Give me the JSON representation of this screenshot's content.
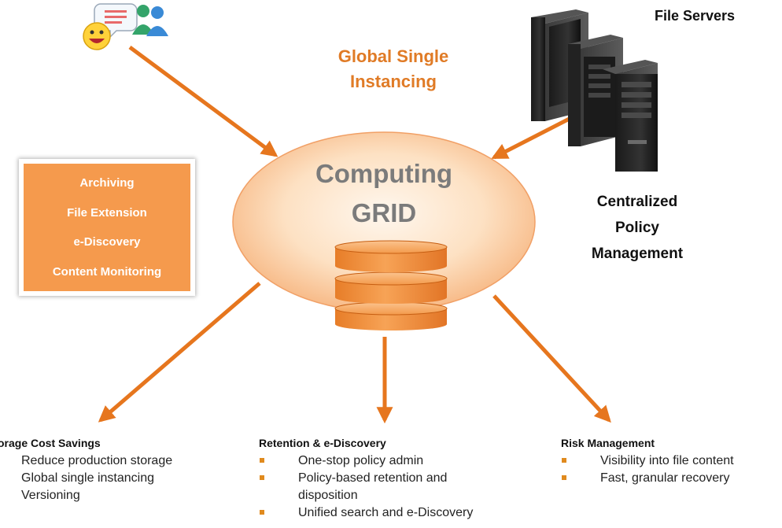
{
  "top_label": {
    "line1": "Global Single",
    "line2": "Instancing"
  },
  "servers_label": "File Servers",
  "grid": {
    "line1": "Computing",
    "line2": "GRID"
  },
  "policy_label": {
    "line1": "Centralized",
    "line2": "Policy",
    "line3": "Management"
  },
  "features": [
    "Archiving",
    "File Extension",
    "e-Discovery",
    "Content Monitoring"
  ],
  "columns": [
    {
      "title": "orage Cost Savings",
      "items": [
        "Reduce production storage",
        "Global single instancing",
        "Versioning"
      ]
    },
    {
      "title": "Retention & e-Discovery",
      "items": [
        "One-stop policy admin",
        "Policy-based retention and disposition",
        "Unified search and e-Discovery"
      ]
    },
    {
      "title": "Risk Management",
      "items": [
        "Visibility into file content",
        "Fast, granular recovery"
      ]
    }
  ],
  "icons": {
    "messenger": "messenger-users-icon",
    "servers": "file-servers-icon",
    "database": "database-icon"
  },
  "colors": {
    "accent": "#e07b26",
    "arrow": "#e6761e",
    "box": "#f59a4d",
    "bullet": "#e08a1e",
    "grid_text": "#7b7b7b"
  }
}
